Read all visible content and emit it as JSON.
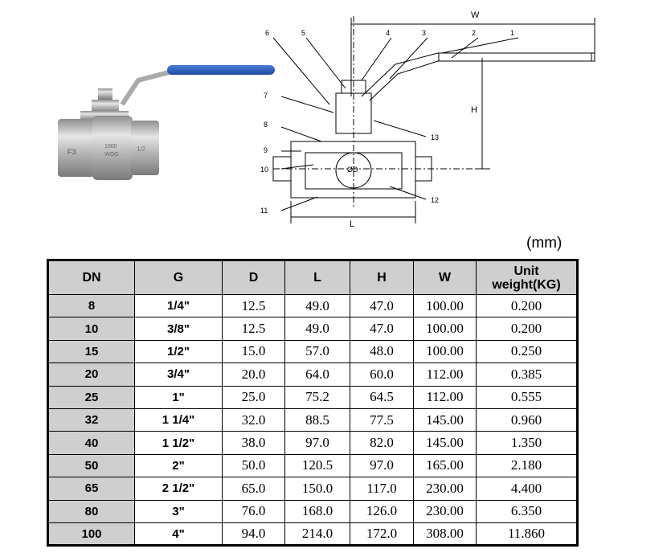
{
  "unit": "(mm)",
  "photo": {
    "marks": [
      "F3",
      "1000",
      "WOG",
      "1/2"
    ]
  },
  "drawing": {
    "callouts": [
      "1",
      "2",
      "3",
      "4",
      "5",
      "6",
      "7",
      "8",
      "9",
      "10",
      "11",
      "12",
      "13"
    ],
    "dims": {
      "w": "W",
      "h": "H",
      "l": "L",
      "d": "ØD"
    }
  },
  "table": {
    "headers": [
      "DN",
      "G",
      "D",
      "L",
      "H",
      "W",
      "Unit\nweight(KG)"
    ],
    "rows": [
      [
        "8",
        "1/4\"",
        "12.5",
        "49.0",
        "47.0",
        "100.00",
        "0.200"
      ],
      [
        "10",
        "3/8\"",
        "12.5",
        "49.0",
        "47.0",
        "100.00",
        "0.200"
      ],
      [
        "15",
        "1/2\"",
        "15.0",
        "57.0",
        "48.0",
        "100.00",
        "0.250"
      ],
      [
        "20",
        "3/4\"",
        "20.0",
        "64.0",
        "60.0",
        "112.00",
        "0.385"
      ],
      [
        "25",
        "1\"",
        "25.0",
        "75.2",
        "64.5",
        "112.00",
        "0.555"
      ],
      [
        "32",
        "1 1/4\"",
        "32.0",
        "88.5",
        "77.5",
        "145.00",
        "0.960"
      ],
      [
        "40",
        "1 1/2\"",
        "38.0",
        "97.0",
        "82.0",
        "145.00",
        "1.350"
      ],
      [
        "50",
        "2\"",
        "50.0",
        "120.5",
        "97.0",
        "165.00",
        "2.180"
      ],
      [
        "65",
        "2 1/2\"",
        "65.0",
        "150.0",
        "117.0",
        "230.00",
        "4.400"
      ],
      [
        "80",
        "3\"",
        "76.0",
        "168.0",
        "126.0",
        "230.00",
        "6.350"
      ],
      [
        "100",
        "4\"",
        "94.0",
        "214.0",
        "172.0",
        "308.00",
        "11.860"
      ]
    ]
  }
}
